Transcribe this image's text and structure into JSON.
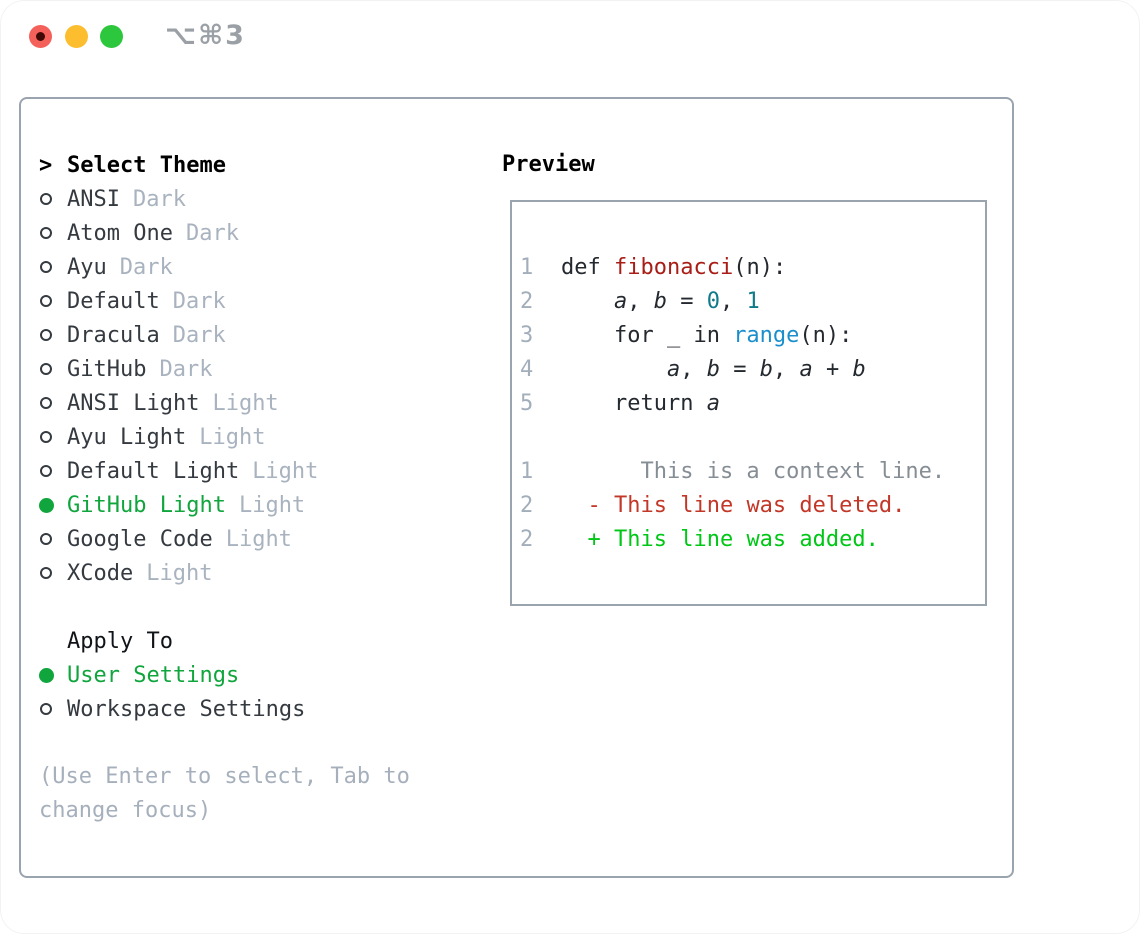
{
  "window": {
    "title": "⌥⌘3",
    "traffic_lights": [
      {
        "name": "close-button",
        "color": "#f4605a",
        "has_dot": true
      },
      {
        "name": "minimize-button",
        "color": "#fcbd2e",
        "has_dot": false
      },
      {
        "name": "zoom-button",
        "color": "#2dc73d",
        "has_dot": false
      }
    ]
  },
  "theme_panel": {
    "cursor": ">",
    "title": "Select Theme",
    "items": [
      {
        "name": "ANSI",
        "tag": "Dark",
        "selected": false
      },
      {
        "name": "Atom One",
        "tag": "Dark",
        "selected": false
      },
      {
        "name": "Ayu",
        "tag": "Dark",
        "selected": false
      },
      {
        "name": "Default",
        "tag": "Dark",
        "selected": false
      },
      {
        "name": "Dracula",
        "tag": "Dark",
        "selected": false
      },
      {
        "name": "GitHub",
        "tag": "Dark",
        "selected": false
      },
      {
        "name": "ANSI Light",
        "tag": "Light",
        "selected": false
      },
      {
        "name": "Ayu Light",
        "tag": "Light",
        "selected": false
      },
      {
        "name": "Default Light",
        "tag": "Light",
        "selected": false
      },
      {
        "name": "GitHub Light",
        "tag": "Light",
        "selected": true
      },
      {
        "name": "Google Code",
        "tag": "Light",
        "selected": false
      },
      {
        "name": "XCode",
        "tag": "Light",
        "selected": false
      }
    ],
    "apply_to": {
      "label": "Apply To",
      "options": [
        {
          "name": "User Settings",
          "selected": true
        },
        {
          "name": "Workspace Settings",
          "selected": false
        }
      ]
    },
    "hint_line1": "(Use Enter to select, Tab to",
    "hint_line2": "change focus)"
  },
  "preview": {
    "label": "Preview",
    "lines": [
      {
        "num": "1",
        "segs": [
          {
            "t": "def ",
            "c": "fg"
          },
          {
            "t": "fibonacci",
            "c": "fn"
          },
          {
            "t": "(n):",
            "c": "fg"
          }
        ]
      },
      {
        "num": "2",
        "segs": [
          {
            "t": "    ",
            "c": "fg"
          },
          {
            "t": "a",
            "c": "var"
          },
          {
            "t": ", ",
            "c": "fg"
          },
          {
            "t": "b",
            "c": "var"
          },
          {
            "t": " = ",
            "c": "fg"
          },
          {
            "t": "0",
            "c": "num"
          },
          {
            "t": ", ",
            "c": "fg"
          },
          {
            "t": "1",
            "c": "num"
          }
        ]
      },
      {
        "num": "3",
        "segs": [
          {
            "t": "    for _ in ",
            "c": "fg"
          },
          {
            "t": "range",
            "c": "builtin"
          },
          {
            "t": "(n):",
            "c": "fg"
          }
        ]
      },
      {
        "num": "4",
        "segs": [
          {
            "t": "        ",
            "c": "fg"
          },
          {
            "t": "a",
            "c": "var"
          },
          {
            "t": ", ",
            "c": "fg"
          },
          {
            "t": "b",
            "c": "var"
          },
          {
            "t": " = ",
            "c": "fg"
          },
          {
            "t": "b",
            "c": "var"
          },
          {
            "t": ", ",
            "c": "fg"
          },
          {
            "t": "a",
            "c": "var"
          },
          {
            "t": " + ",
            "c": "fg"
          },
          {
            "t": "b",
            "c": "var"
          }
        ]
      },
      {
        "num": "5",
        "segs": [
          {
            "t": "    return ",
            "c": "fg"
          },
          {
            "t": "a",
            "c": "var"
          }
        ]
      },
      {
        "num": "",
        "segs": []
      },
      {
        "num": "1",
        "segs": [
          {
            "t": "      This is a context line.",
            "c": "context"
          }
        ]
      },
      {
        "num": "2",
        "segs": [
          {
            "t": "  ",
            "c": "fg"
          },
          {
            "t": "- This line was deleted.",
            "c": "deleted"
          }
        ]
      },
      {
        "num": "2",
        "segs": [
          {
            "t": "  ",
            "c": "fg"
          },
          {
            "t": "+ This line was added.",
            "c": "added"
          }
        ]
      }
    ]
  },
  "colors": {
    "panel_border": "#9aa4ae",
    "text_primary": "#24292f",
    "item_text": "#343a40",
    "muted_gray": "#a6b0bc",
    "lineno_gray": "#a2aeba",
    "context_gray": "#858d95",
    "selected_green": "#10a53d",
    "diff_added_green": "#00c716",
    "diff_deleted_red": "#c23727",
    "function_red": "#a81d15",
    "number_teal": "#0e7a8a",
    "builtin_blue": "#1b8fcc",
    "traffic_red": "#f4605a",
    "traffic_yellow": "#fcbd2e",
    "traffic_green": "#2dc73d",
    "title_gray": "#9aa0a5"
  }
}
